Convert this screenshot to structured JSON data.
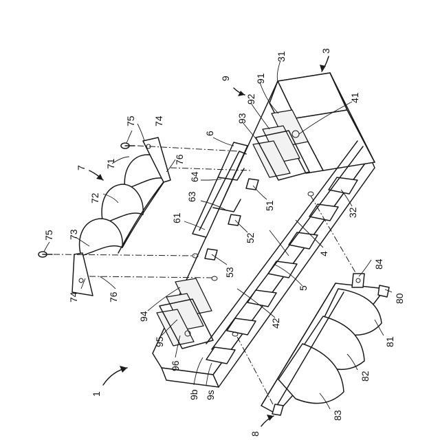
{
  "labels": {
    "l1": "1",
    "l3": "3",
    "l4": "4",
    "l5": "5",
    "l6": "6",
    "l7": "7",
    "l8": "8",
    "l9": "9",
    "l31": "31",
    "l32": "32",
    "l41": "41",
    "l42": "42",
    "l51": "51",
    "l52": "52",
    "l53": "53",
    "l61": "61",
    "l63": "63",
    "l64": "64",
    "l71": "71",
    "l72": "72",
    "l73": "73",
    "l74a": "74",
    "l74b": "74",
    "l75a": "75",
    "l75b": "75",
    "l76a": "76",
    "l76b": "76",
    "l80": "80",
    "l81": "81",
    "l82": "82",
    "l83": "83",
    "l84": "84",
    "l91": "91",
    "l92": "92",
    "l93": "93",
    "l94": "94",
    "l95": "95",
    "l96": "96",
    "l9b": "9b",
    "l9s": "9s"
  }
}
